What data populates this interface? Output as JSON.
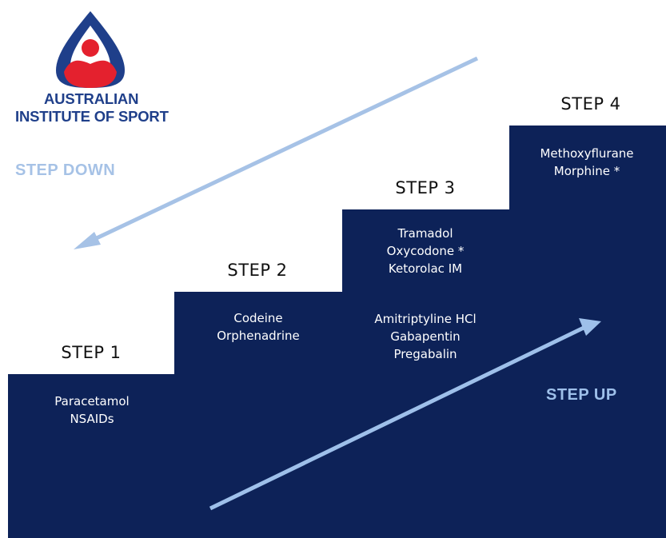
{
  "logo": {
    "line1": "AUSTRALIAN",
    "line2": "INSTITUTE OF SPORT",
    "colors": {
      "blue": "#1f3f8a",
      "red": "#e4212e"
    }
  },
  "directions": {
    "step_down": "STEP DOWN",
    "step_up": "STEP UP",
    "step_down_color": "#a6c2e6",
    "step_up_color": "#9ec0ea"
  },
  "stair_color": "#0d2258",
  "steps": [
    {
      "label": "STEP 1",
      "drugs": [
        "Paracetamol",
        "NSAIDs"
      ]
    },
    {
      "label": "STEP 2",
      "drugs": [
        "Codeine",
        "Orphenadrine"
      ]
    },
    {
      "label": "STEP 3",
      "drugs": [
        "Tramadol",
        "Oxycodone *",
        "Ketorolac IM"
      ],
      "adjuvants": [
        "Amitriptyline HCl",
        "Gabapentin",
        "Pregabalin"
      ]
    },
    {
      "label": "STEP 4",
      "drugs": [
        "Methoxyflurane",
        "Morphine *"
      ]
    }
  ]
}
